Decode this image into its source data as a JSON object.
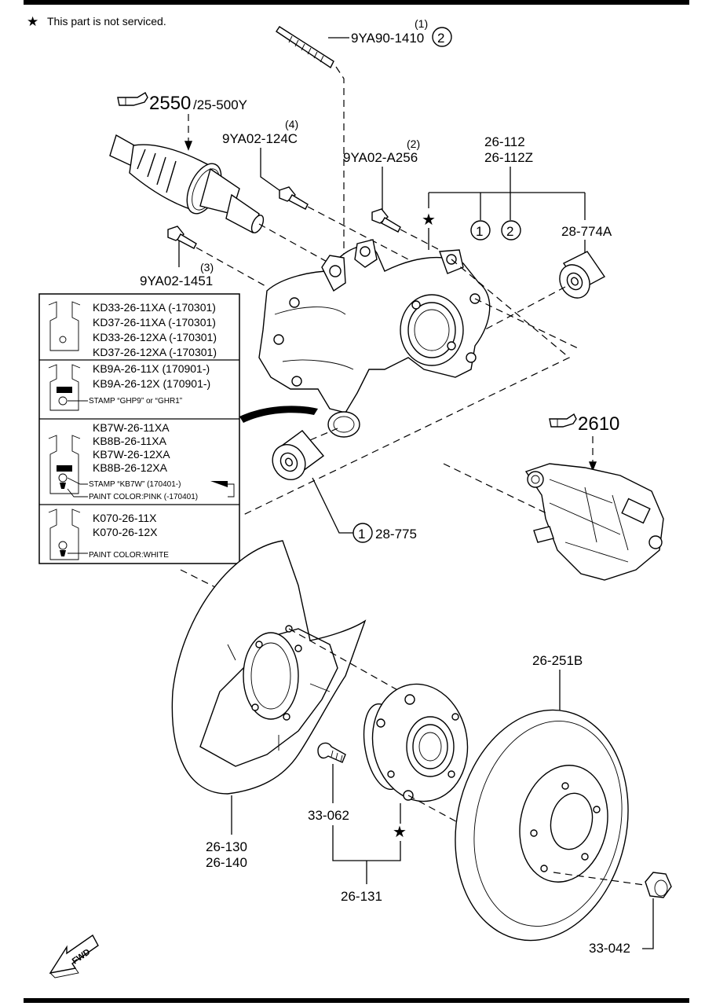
{
  "note": {
    "star_symbol": "★",
    "text": "This part is not serviced."
  },
  "labels": {
    "p_9ya90_qty": "(1)",
    "p_9ya90": "9YA90-1410",
    "p_9ya90_circle": "2",
    "ref_2550_main": "2550",
    "ref_2550_sub": "/25-500Y",
    "p_124c_qty": "(4)",
    "p_124c": "9YA02-124C",
    "p_a256_qty": "(2)",
    "p_a256": "9YA02-A256",
    "p_26112": "26-112",
    "p_26112z": "26-112Z",
    "circle_1": "1",
    "circle_2": "2",
    "p_28774a": "28-774A",
    "p_1451_qty": "(3)",
    "p_1451": "9YA02-1451",
    "ref_2610": "2610",
    "circle_28775": "1",
    "p_28775": "28-775",
    "p_26251b": "26-251B",
    "p_33062": "33-062",
    "p_26130": "26-130",
    "p_26140": "26-140",
    "p_26131": "26-131",
    "p_33042": "33-042",
    "fwd": "FWD"
  },
  "variant_table": {
    "group1": [
      "KD33-26-11XA (-170301)",
      "KD37-26-11XA (-170301)",
      "KD33-26-12XA (-170301)",
      "KD37-26-12XA (-170301)"
    ],
    "group2": [
      "KB9A-26-11X (170901-)",
      "KB9A-26-12X (170901-)"
    ],
    "group2_note": "STAMP “GHP9” or “GHR1”",
    "group3": [
      "KB7W-26-11XA",
      "KB8B-26-11XA",
      "KB7W-26-12XA",
      "KB8B-26-12XA"
    ],
    "group3_note1": "STAMP “KB7W” (170401-)",
    "group3_note2": "PAINT COLOR:PINK (-170401)",
    "group4": [
      "K070-26-11X",
      "K070-26-12X"
    ],
    "group4_note": "PAINT COLOR:WHITE"
  }
}
